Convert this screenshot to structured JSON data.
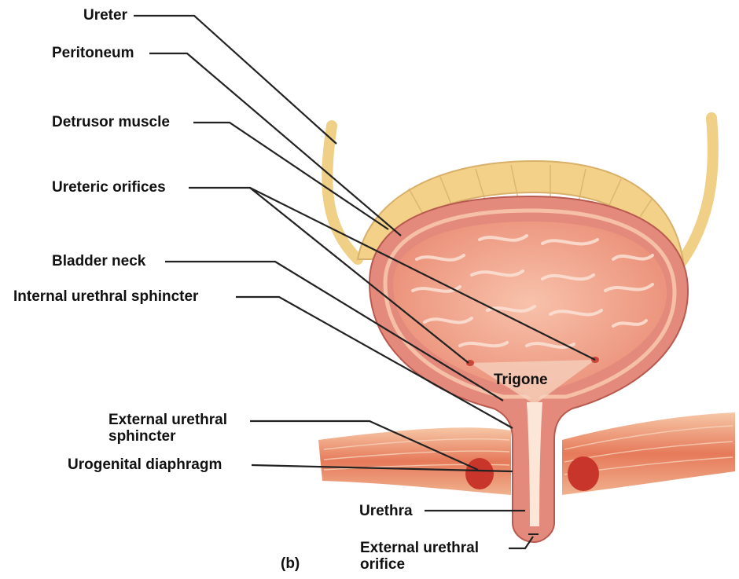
{
  "labels": {
    "ureter": "Ureter",
    "peritoneum": "Peritoneum",
    "detrusor_muscle": "Detrusor muscle",
    "ureteric_orifices": "Ureteric orifices",
    "bladder_neck": "Bladder neck",
    "internal_urethral_sphincter": "Internal urethral sphincter",
    "trigone": "Trigone",
    "external_urethral_sphincter_line1": "External urethral",
    "external_urethral_sphincter_line2": "sphincter",
    "urogenital_diaphragm": "Urogenital diaphragm",
    "urethra": "Urethra",
    "external_urethral_orifice_line1": "External urethral",
    "external_urethral_orifice_line2": "orifice",
    "panel": "(b)"
  },
  "colors": {
    "ureter": "#f0cf86",
    "peritoneum": "#f3d189",
    "wall": "#e48a7c",
    "lumen": "#f2a68f",
    "mucosa_fold": "#fbe2d6",
    "muscle": "#e67a5a",
    "sphincter": "#c8352a",
    "leader": "#222222"
  }
}
